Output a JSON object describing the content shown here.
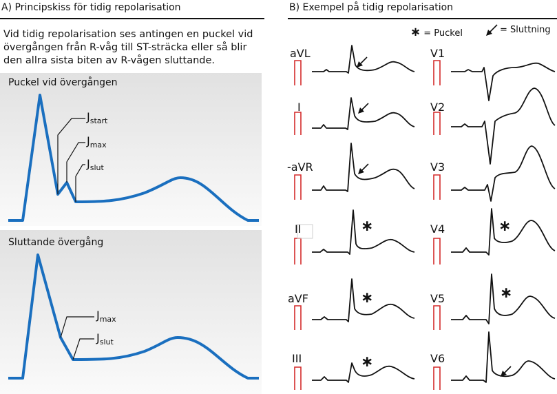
{
  "section_a": {
    "heading": "A) Principskiss för tidig repolarisation",
    "intro_lines": [
      "Vid tidig repolarisation ses antingen en puckel vid",
      "övergången från R-våg till ST-sträcka eller så blir",
      "den allra sista biten av R-vågen  sluttande."
    ],
    "panel_top": {
      "title": "Puckel vid övergången",
      "labels": [
        {
          "main": "J",
          "sub": "start"
        },
        {
          "main": "J",
          "sub": "max"
        },
        {
          "main": "J",
          "sub": "slut"
        }
      ]
    },
    "panel_bottom": {
      "title": "Sluttande övergång",
      "labels": [
        {
          "main": "J",
          "sub": "max"
        },
        {
          "main": "J",
          "sub": "slut"
        }
      ]
    }
  },
  "section_b": {
    "heading": "B) Exempel på tidig repolarisation",
    "legend": {
      "star_symbol": "∗",
      "star_text": "= Puckel",
      "arrow_text": "= Sluttning"
    },
    "leads_left": [
      {
        "name": "aVL",
        "marker": "arrow"
      },
      {
        "name": "I",
        "marker": "arrow"
      },
      {
        "name": "-aVR",
        "marker": "arrow"
      },
      {
        "name": "II",
        "marker": "star"
      },
      {
        "name": "aVF",
        "marker": "star"
      },
      {
        "name": "III",
        "marker": "star"
      }
    ],
    "leads_right": [
      {
        "name": "V1",
        "marker": "none"
      },
      {
        "name": "V2",
        "marker": "none"
      },
      {
        "name": "V3",
        "marker": "none"
      },
      {
        "name": "V4",
        "marker": "star"
      },
      {
        "name": "V5",
        "marker": "star"
      },
      {
        "name": "V6",
        "marker": "arrow"
      }
    ]
  },
  "colors": {
    "ecg_blue": "#1a6fbf",
    "calibration_red": "#d42a2a",
    "ink": "#111111"
  }
}
